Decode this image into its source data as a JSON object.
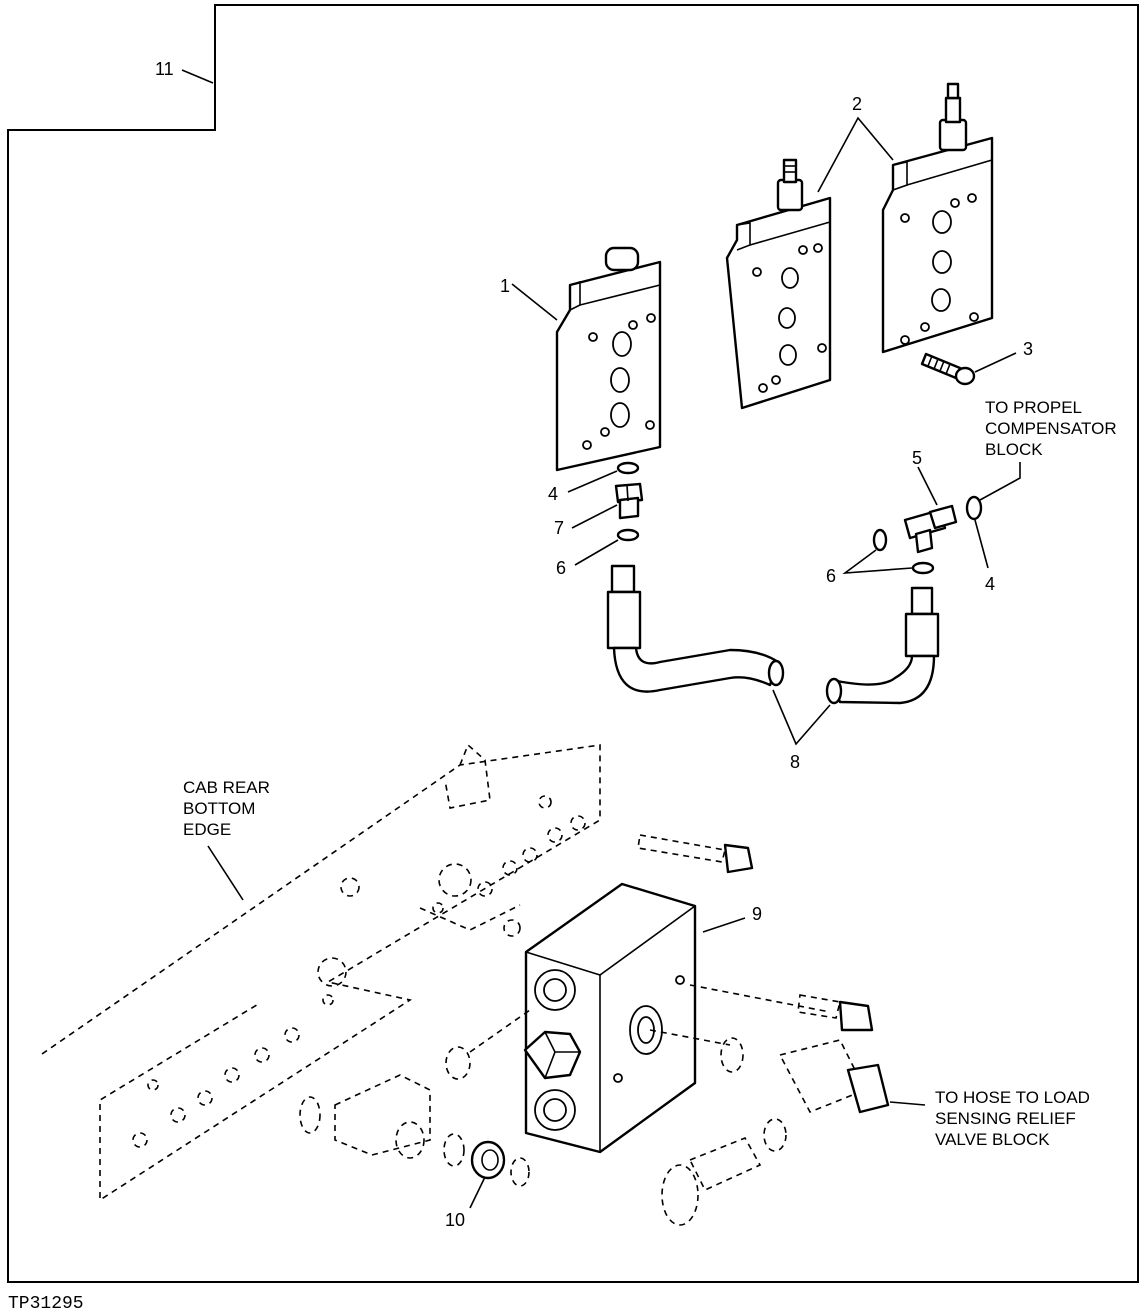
{
  "callouts": {
    "c1": "1",
    "c2": "2",
    "c3": "3",
    "c4a": "4",
    "c4b": "4",
    "c5": "5",
    "c6a": "6",
    "c6b": "6",
    "c7": "7",
    "c8": "8",
    "c9": "9",
    "c10": "10",
    "c11": "11"
  },
  "notes": {
    "propel": [
      "TO PROPEL",
      "COMPENSATOR",
      "BLOCK"
    ],
    "cab": [
      "CAB REAR",
      "BOTTOM",
      "EDGE"
    ],
    "hose": [
      "TO HOSE TO LOAD",
      "SENSING RELIEF",
      "VALVE BLOCK"
    ]
  },
  "figure_id": "TP31295"
}
